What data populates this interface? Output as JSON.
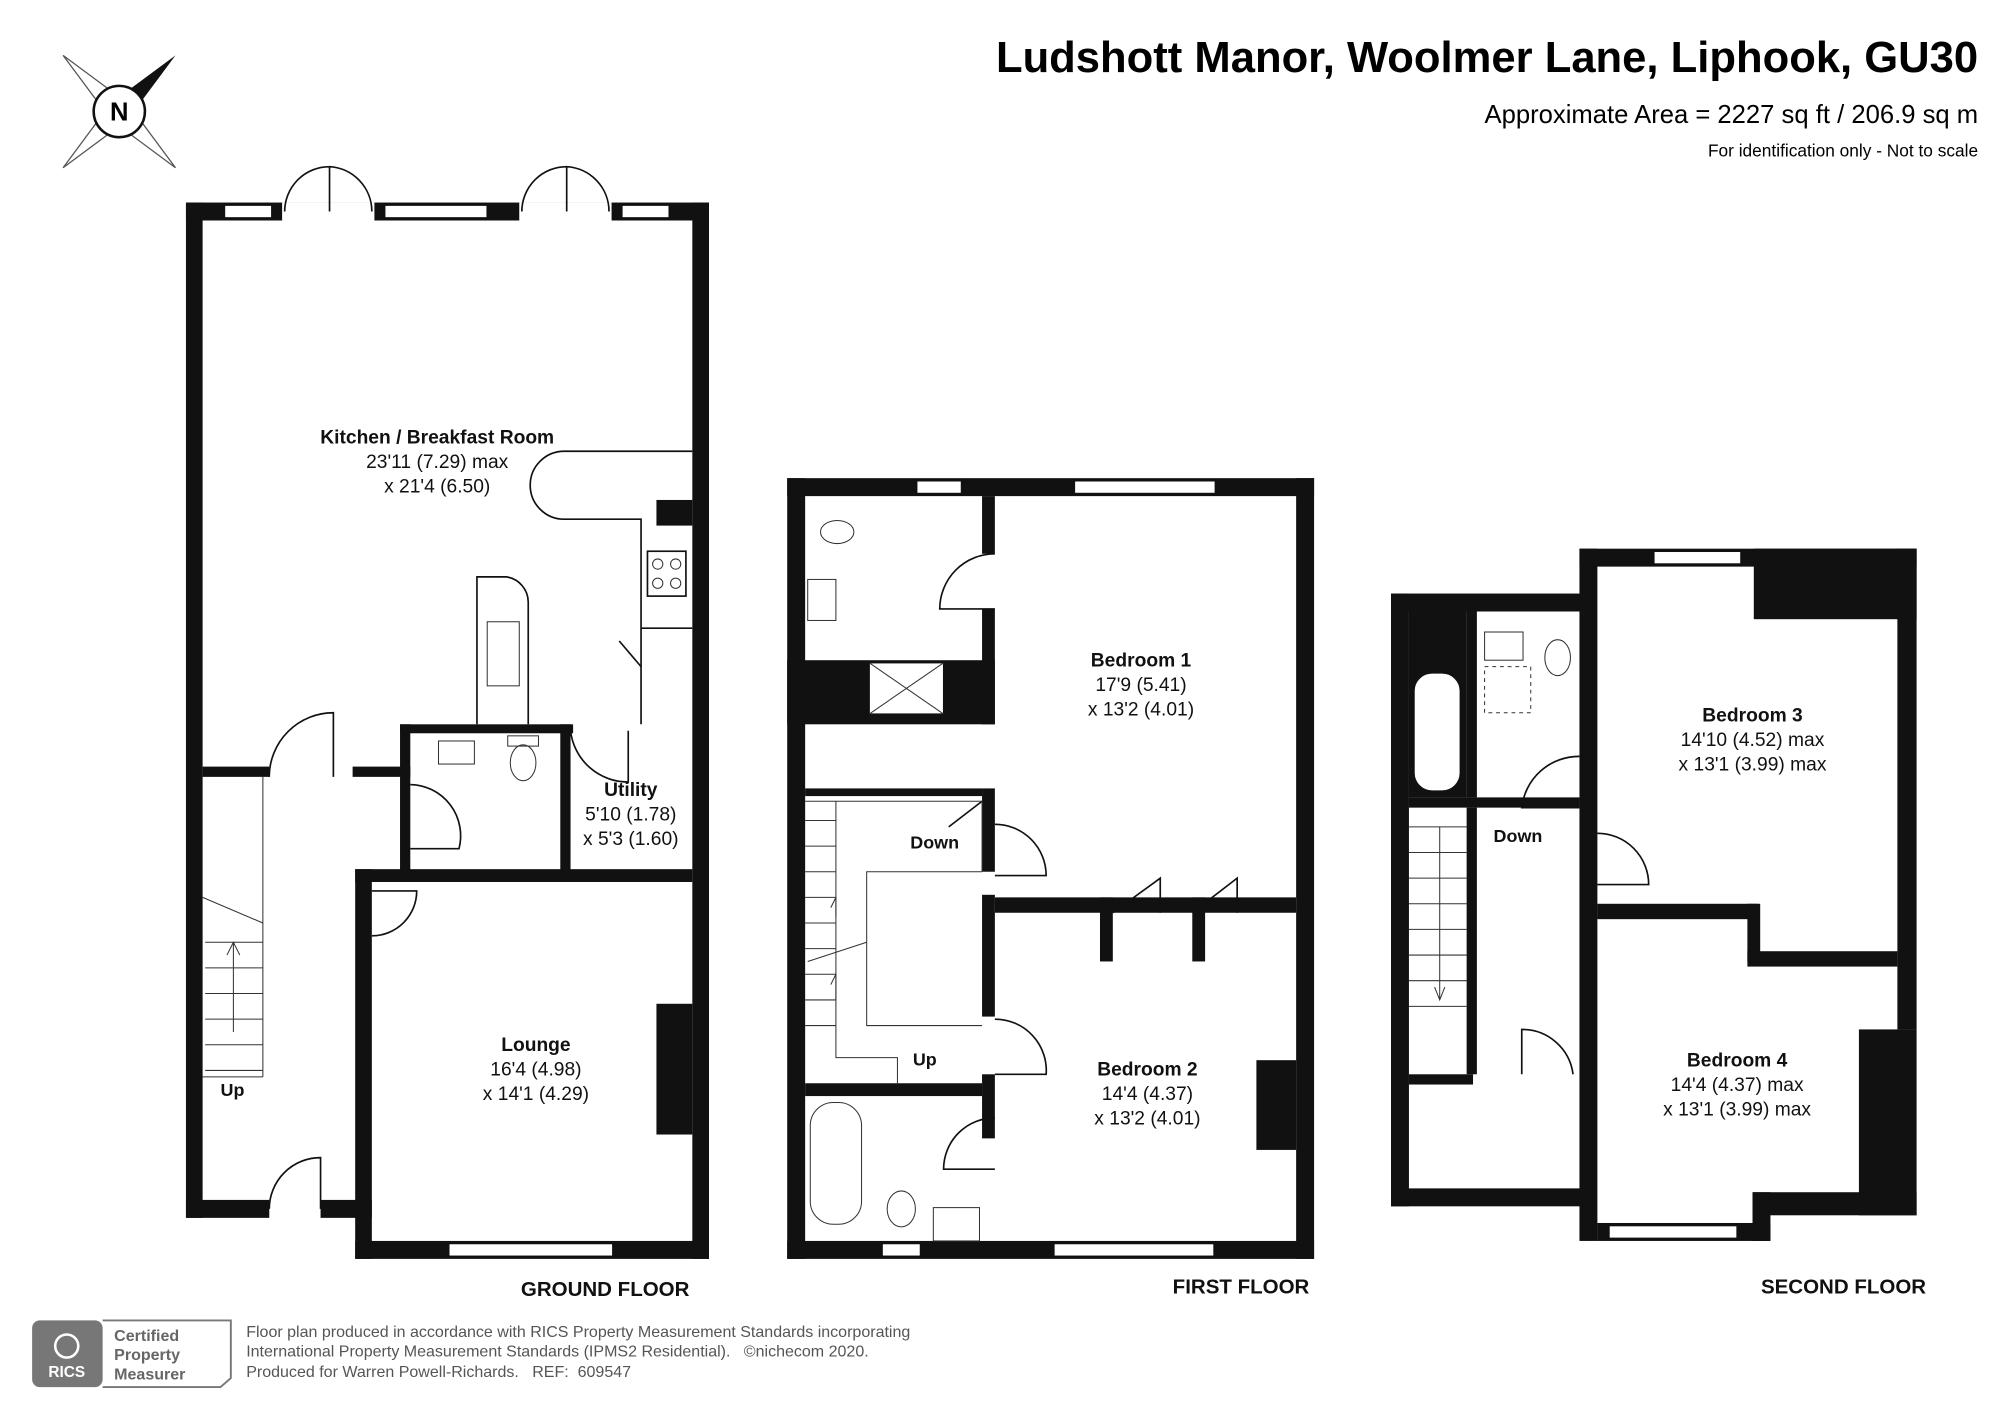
{
  "header": {
    "title": "Ludshott Manor, Woolmer Lane, Liphook, GU30",
    "area": "Approximate Area = 2227 sq ft / 206.9 sq m",
    "disclaimer": "For identification only - Not to scale"
  },
  "compass": {
    "label": "N"
  },
  "floors": {
    "ground": {
      "label": "GROUND FLOOR",
      "rooms": [
        {
          "name": "Kitchen / Breakfast Room",
          "dim1": "23'11 (7.29) max",
          "dim2": "x 21'4 (6.50)"
        },
        {
          "name": "Utility",
          "dim1": "5'10 (1.78)",
          "dim2": "x 5'3 (1.60)"
        },
        {
          "name": "Lounge",
          "dim1": "16'4 (4.98)",
          "dim2": "x 14'1 (4.29)"
        }
      ],
      "stairs": "Up"
    },
    "first": {
      "label": "FIRST FLOOR",
      "rooms": [
        {
          "name": "Bedroom 1",
          "dim1": "17'9 (5.41)",
          "dim2": "x 13'2 (4.01)"
        },
        {
          "name": "Bedroom 2",
          "dim1": "14'4 (4.37)",
          "dim2": "x 13'2 (4.01)"
        }
      ],
      "stairs_down": "Down",
      "stairs_up": "Up"
    },
    "second": {
      "label": "SECOND FLOOR",
      "rooms": [
        {
          "name": "Bedroom 3",
          "dim1": "14'10 (4.52) max",
          "dim2": "x 13'1 (3.99) max"
        },
        {
          "name": "Bedroom 4",
          "dim1": "14'4 (4.37) max",
          "dim2": "x 13'1 (3.99) max"
        }
      ],
      "stairs_down": "Down"
    }
  },
  "footer": {
    "badge_org": "RICS",
    "badge_line1": "Certified",
    "badge_line2": "Property",
    "badge_line3": "Measurer",
    "line1": "Floor plan produced in accordance with RICS Property Measurement Standards incorporating",
    "line2": "International Property Measurement Standards (IPMS2 Residential).   ©nichecom 2020.",
    "line3": "Produced for Warren Powell-Richards.   REF:  609547"
  }
}
